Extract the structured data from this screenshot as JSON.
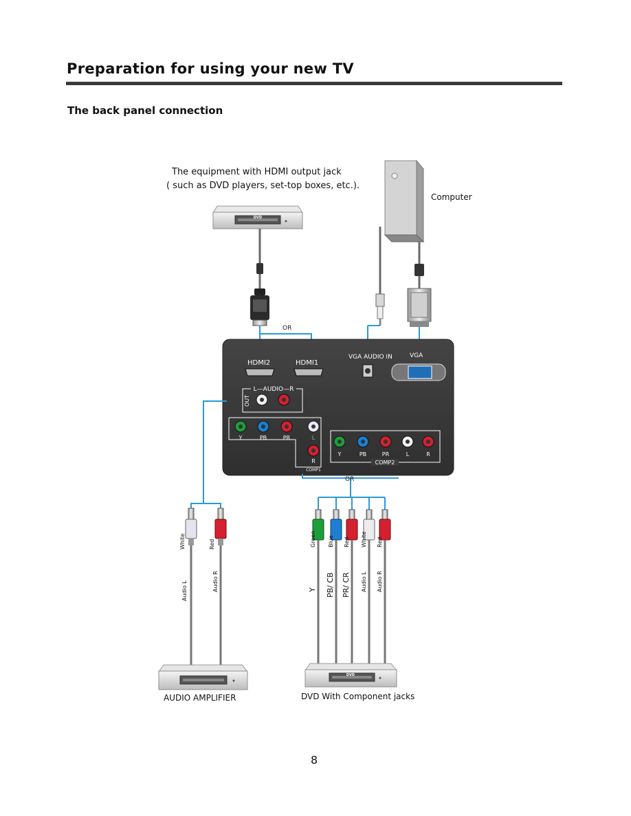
{
  "page": {
    "heading": "Preparation for using your new TV",
    "section": "The back panel connection",
    "page_number": "8"
  },
  "captions": {
    "hdmi_device_line1": "The equipment with HDMI output jack",
    "hdmi_device_line2": "( such as DVD players, set-top boxes, etc.).",
    "computer": "Computer",
    "amplifier": "AUDIO  AMPLIFIER",
    "dvd_component": "DVD With  Component jacks"
  },
  "diagram": {
    "or_top": "OR",
    "or_bottom": "OR",
    "dvd_badge": "DVD",
    "panel": {
      "hdmi2": "HDMI2",
      "hdmi1": "HDMI1",
      "vga_audio_in": "VGA AUDIO IN",
      "vga": "VGA",
      "audio_out_title": "L—AUDIO—R",
      "out": "OUT",
      "comp1_y": "Y",
      "comp1_pb": "PB",
      "comp1_pr": "PR",
      "comp1_l": "L",
      "comp1_r": "R",
      "comp1": "COMP1",
      "comp2_y": "Y",
      "comp2_pb": "PB",
      "comp2_pr": "PR",
      "comp2_l": "L",
      "comp2_r": "R",
      "comp2": "COMP2"
    },
    "amp_plugs": {
      "white": "White",
      "red": "Red"
    },
    "amp_cables": {
      "audio_l": "Audio L",
      "audio_r": "Audio R"
    },
    "comp_plugs": {
      "green": "Green",
      "blue": "Blue",
      "red1": "Red",
      "white": "White",
      "red2": "Red"
    },
    "comp_cables": {
      "y": "Y",
      "pb": "PB/ CB",
      "pr": "PR/ CR",
      "audio_l": "Audio L",
      "audio_r": "Audio R"
    }
  },
  "colors": {
    "connector_line": "#2a9ad6",
    "panel": "#3c3c3c",
    "jack_green": "#1e9e3a",
    "jack_blue": "#1c7fd0",
    "jack_red": "#d52030",
    "jack_white": "#f0f0f0"
  }
}
